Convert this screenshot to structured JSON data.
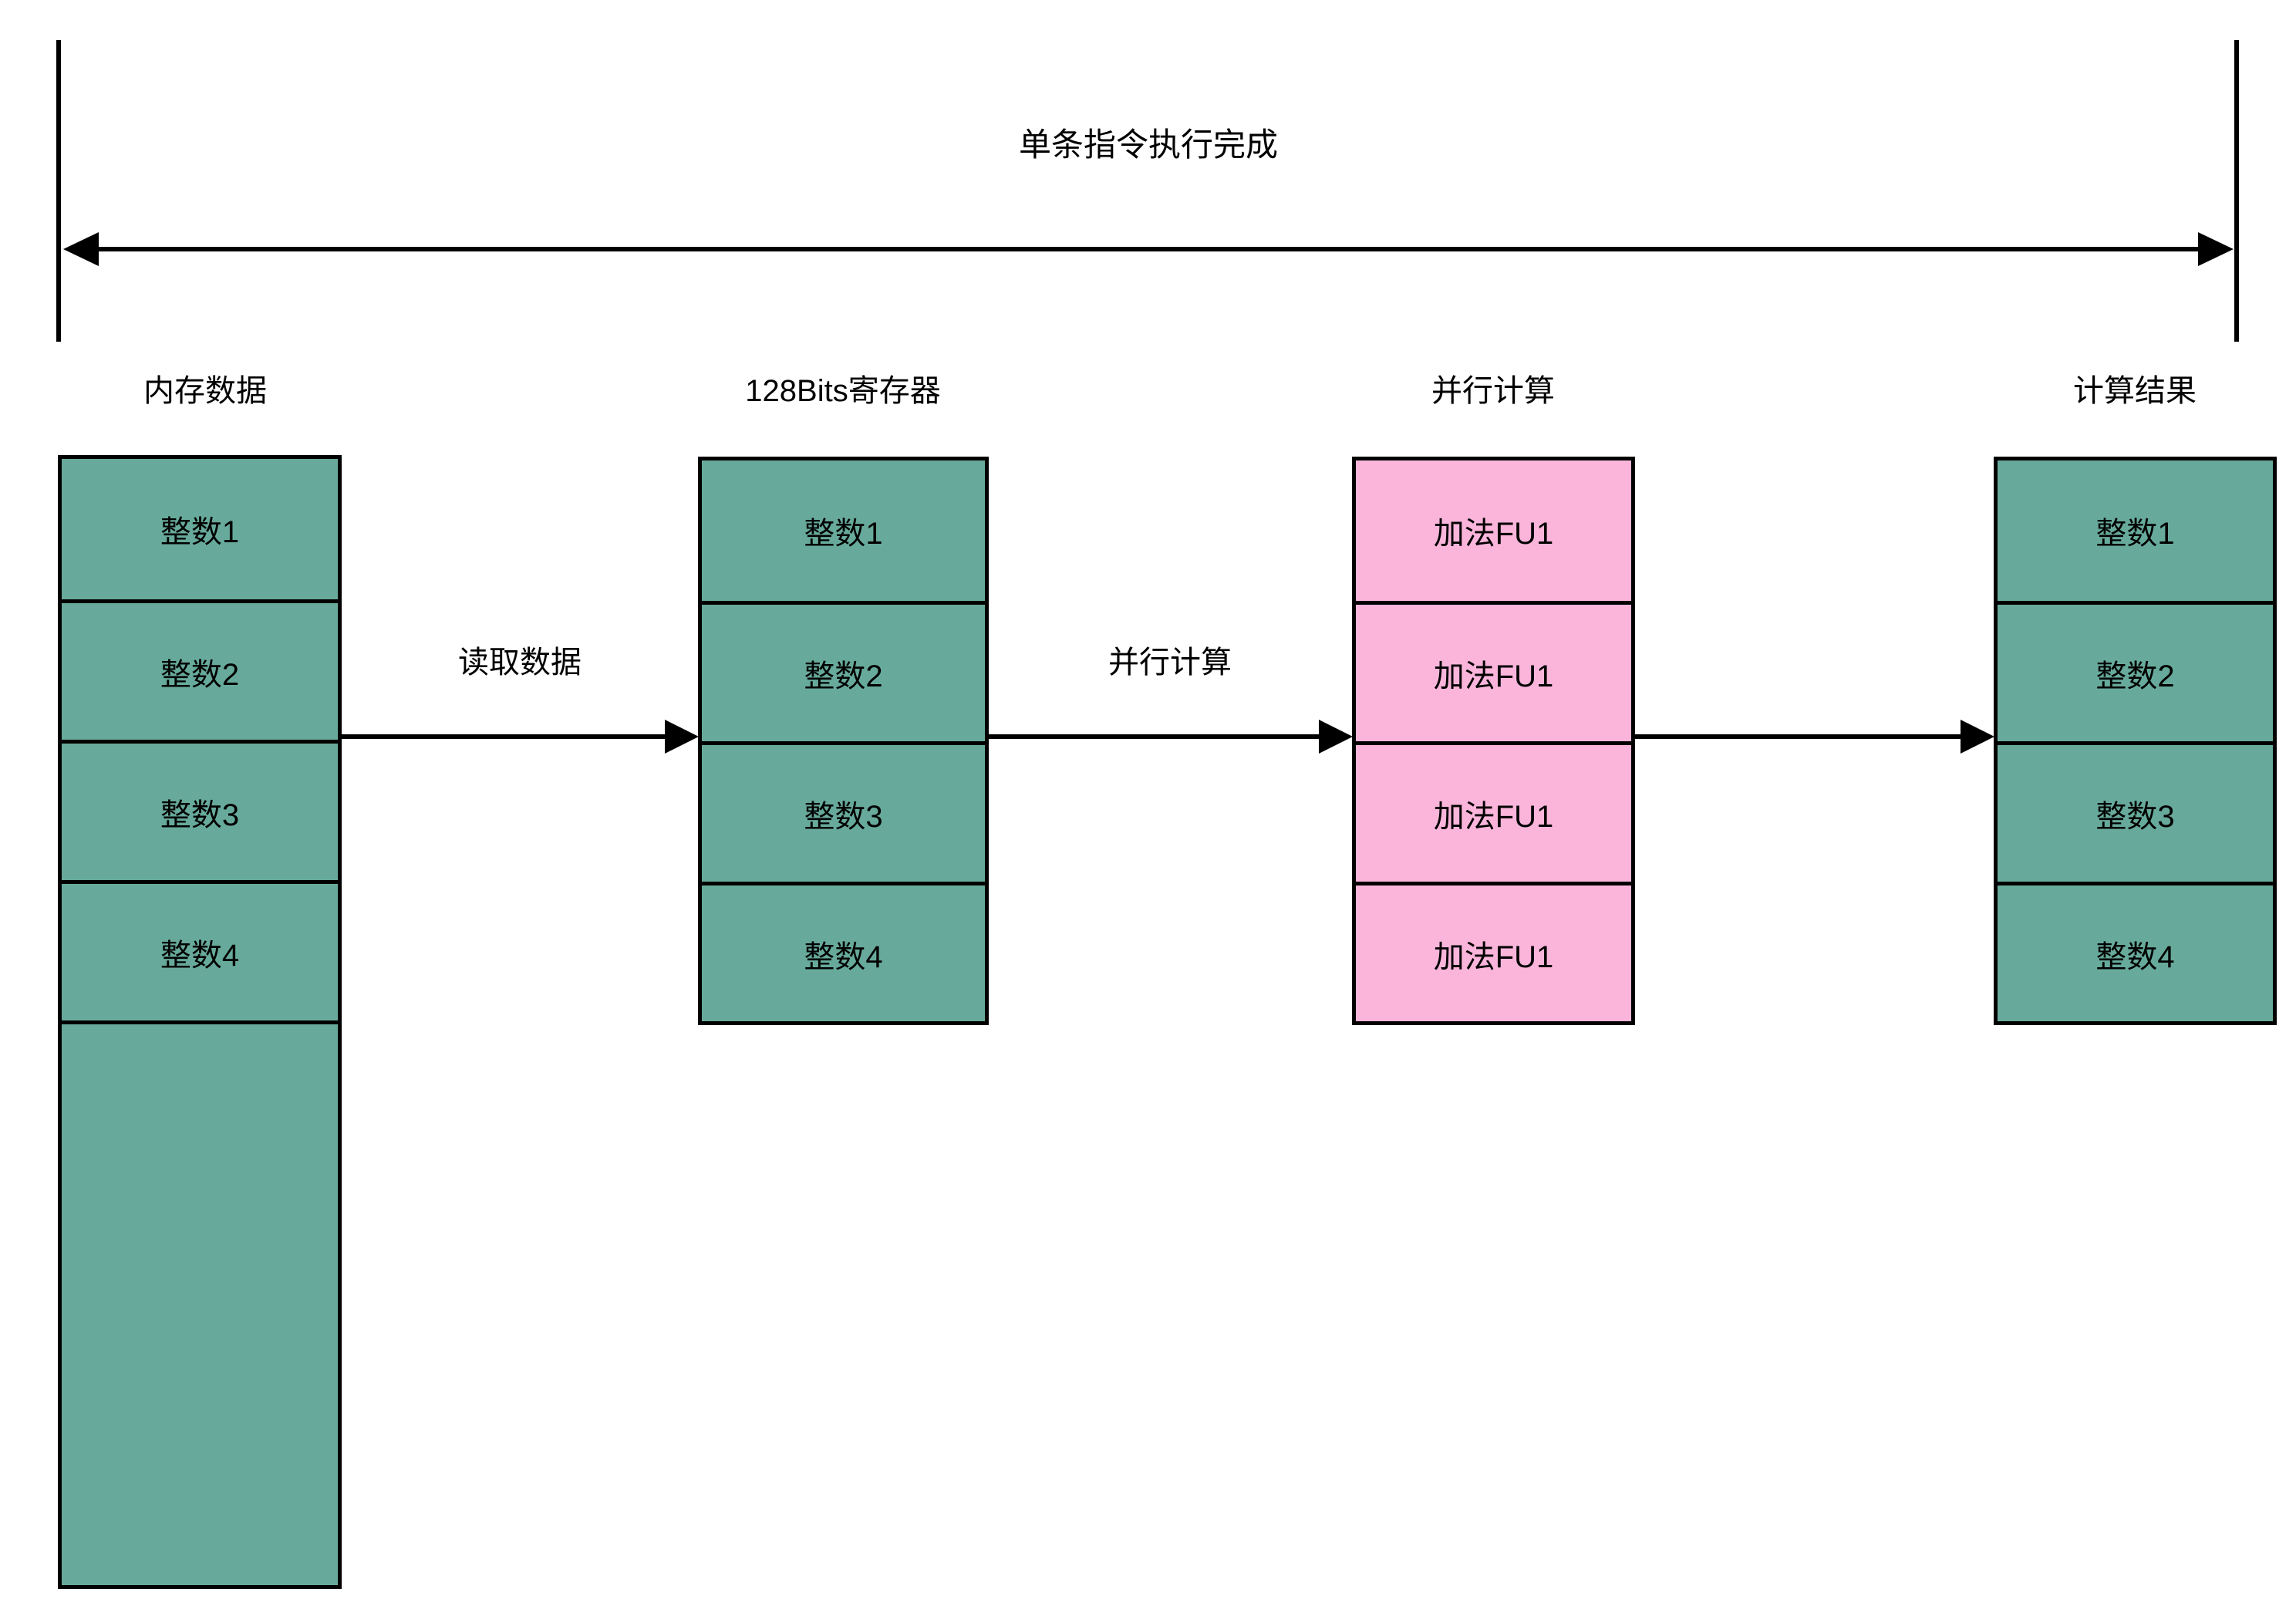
{
  "title": "单条指令执行完成",
  "columns": [
    {
      "header": "内存数据",
      "cells": [
        "整数1",
        "整数2",
        "整数3",
        "整数4"
      ]
    },
    {
      "header": "128Bits寄存器",
      "cells": [
        "整数1",
        "整数2",
        "整数3",
        "整数4"
      ]
    },
    {
      "header": "并行计算",
      "cells": [
        "加法FU1",
        "加法FU1",
        "加法FU1",
        "加法FU1"
      ]
    },
    {
      "header": "计算结果",
      "cells": [
        "整数1",
        "整数2",
        "整数3",
        "整数4"
      ]
    }
  ],
  "arrows": [
    {
      "label": "读取数据"
    },
    {
      "label": "并行计算"
    },
    {
      "label": ""
    }
  ],
  "colors": {
    "cell_teal": "#67AA9B",
    "cell_pink": "#FBB5DB",
    "line_black": "#000000",
    "background": "#FFFFFF"
  }
}
